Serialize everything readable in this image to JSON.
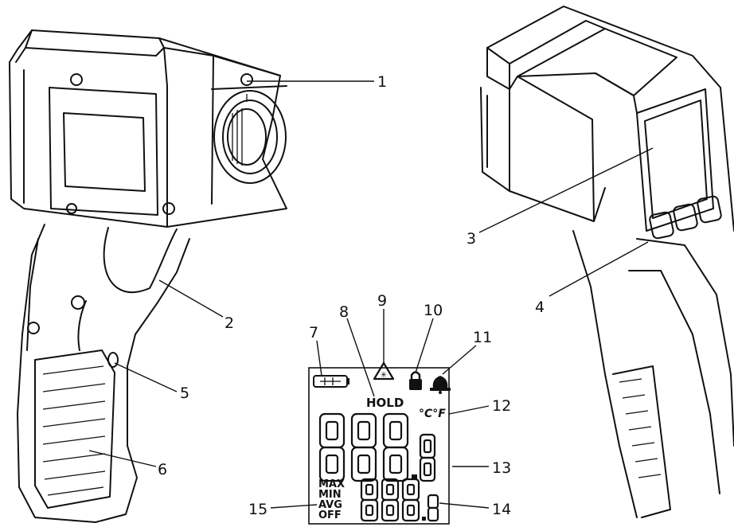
{
  "callouts": [
    "1",
    "2",
    "3",
    "4",
    "5",
    "6",
    "7",
    "8",
    "9",
    "10",
    "11",
    "12",
    "13",
    "14",
    "15"
  ],
  "lcd": {
    "hold": "HOLD",
    "units": "°C°F",
    "modes": [
      "MAX",
      "MIN",
      "AVG",
      "OFF"
    ]
  }
}
